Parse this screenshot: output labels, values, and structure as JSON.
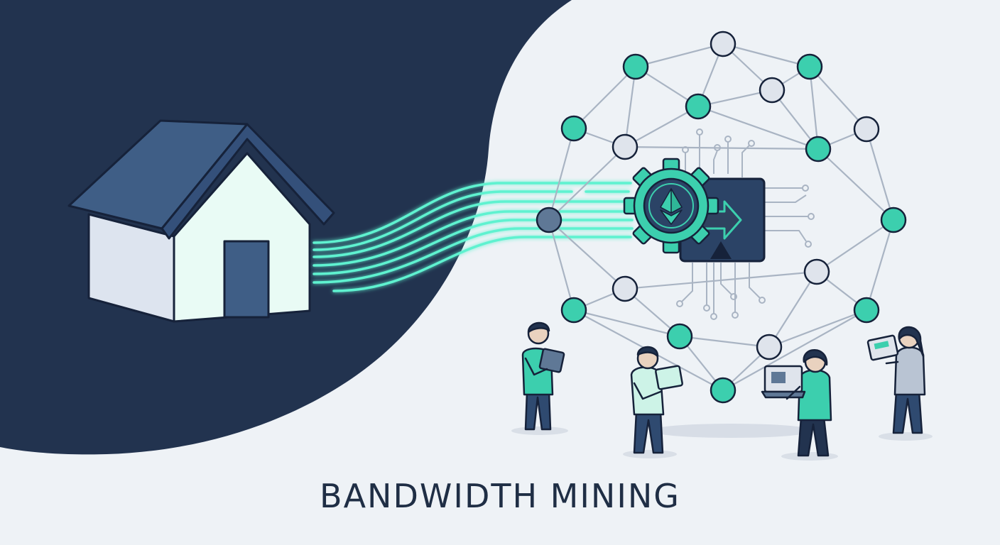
{
  "caption": {
    "text": "BANDWIDTH MINING"
  },
  "colors": {
    "navy": "#22334f",
    "background": "#eef2f6",
    "teal": "#3ccfae",
    "glow": "#5ff2d0",
    "house_roof": "#3f5e86",
    "house_wall": "#dfe6f2",
    "house_front": "#e9fbf5",
    "node_gray": "#dfe4ec",
    "link": "#a9b4c3"
  },
  "icons": {
    "house": "house-icon",
    "data_streams": "data-stream-lines",
    "network": "network-mesh",
    "processor": "processor-chip-icon",
    "gear": "gear-icon",
    "ethereum": "ethereum-icon",
    "arrow": "arrow-right-icon",
    "people": [
      "person-with-tablet",
      "person-with-tablet",
      "person-with-laptop",
      "person-with-tablet"
    ]
  }
}
